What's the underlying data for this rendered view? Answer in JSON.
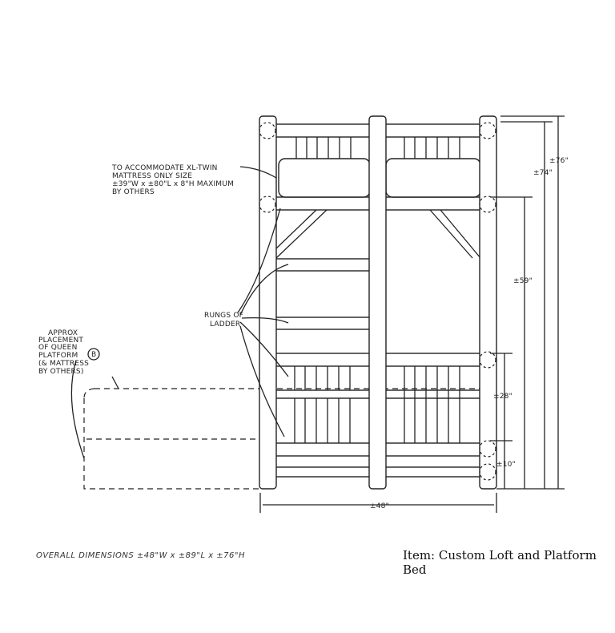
{
  "notes": {
    "mattress_note": [
      "TO ACCOMMODATE XL-TWIN",
      "MATTRESS ONLY SIZE",
      "±39\"W x ±80\"L x 8\"H MAXIMUM",
      "BY OTHERS"
    ],
    "rungs_note": [
      "RUNGS OF",
      "LADDER"
    ],
    "platform_note": [
      "APPROX",
      "PLACEMENT",
      "OF QUEEN",
      "PLATFORM",
      "(& MATTRESS",
      "BY OTHERS)"
    ],
    "platform_badge": "B"
  },
  "dimensions": {
    "overall_height": "±76\"",
    "loft_top": "±74\"",
    "loft_support": "±59\"",
    "lower_rail": "±28\"",
    "bottom_rail": "±10\"",
    "width": "±48\""
  },
  "footer": {
    "overall": "OVERALL DIMENSIONS  ±48\"W x ±89\"L x ±76\"H",
    "item": "Item: Custom Loft and Platform Bed"
  }
}
